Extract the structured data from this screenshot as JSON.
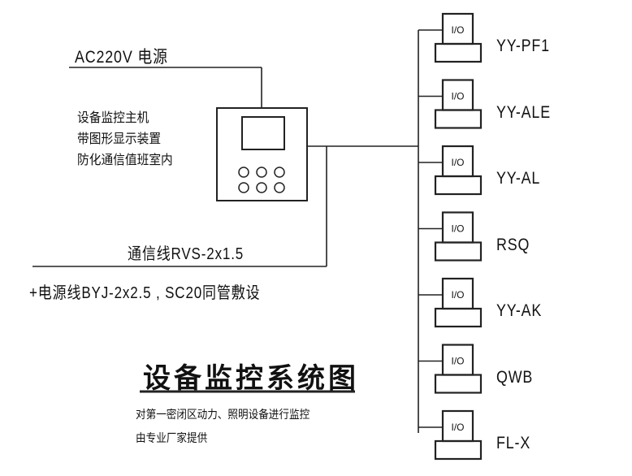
{
  "power": {
    "label": "AC220V 电源"
  },
  "controller": {
    "description_lines": [
      "设备监控主机",
      "带图形显示装置",
      "防化通信值班室内"
    ],
    "button_count": 6
  },
  "cables": {
    "comm_line": "通信线RVS-2x1.5",
    "power_line": "+电源线BYJ-2x2.5 , SC20同管敷设"
  },
  "devices": [
    {
      "module": "I/O",
      "name": "YY-PF1"
    },
    {
      "module": "I/O",
      "name": "YY-ALE"
    },
    {
      "module": "I/O",
      "name": "YY-AL"
    },
    {
      "module": "I/O",
      "name": "RSQ"
    },
    {
      "module": "I/O",
      "name": "YY-AK"
    },
    {
      "module": "I/O",
      "name": "QWB"
    },
    {
      "module": "I/O",
      "name": "FL-X"
    }
  ],
  "title": "设备监控系统图",
  "notes": [
    "对第一密闭区动力、照明设备进行监控",
    "由专业厂家提供"
  ]
}
